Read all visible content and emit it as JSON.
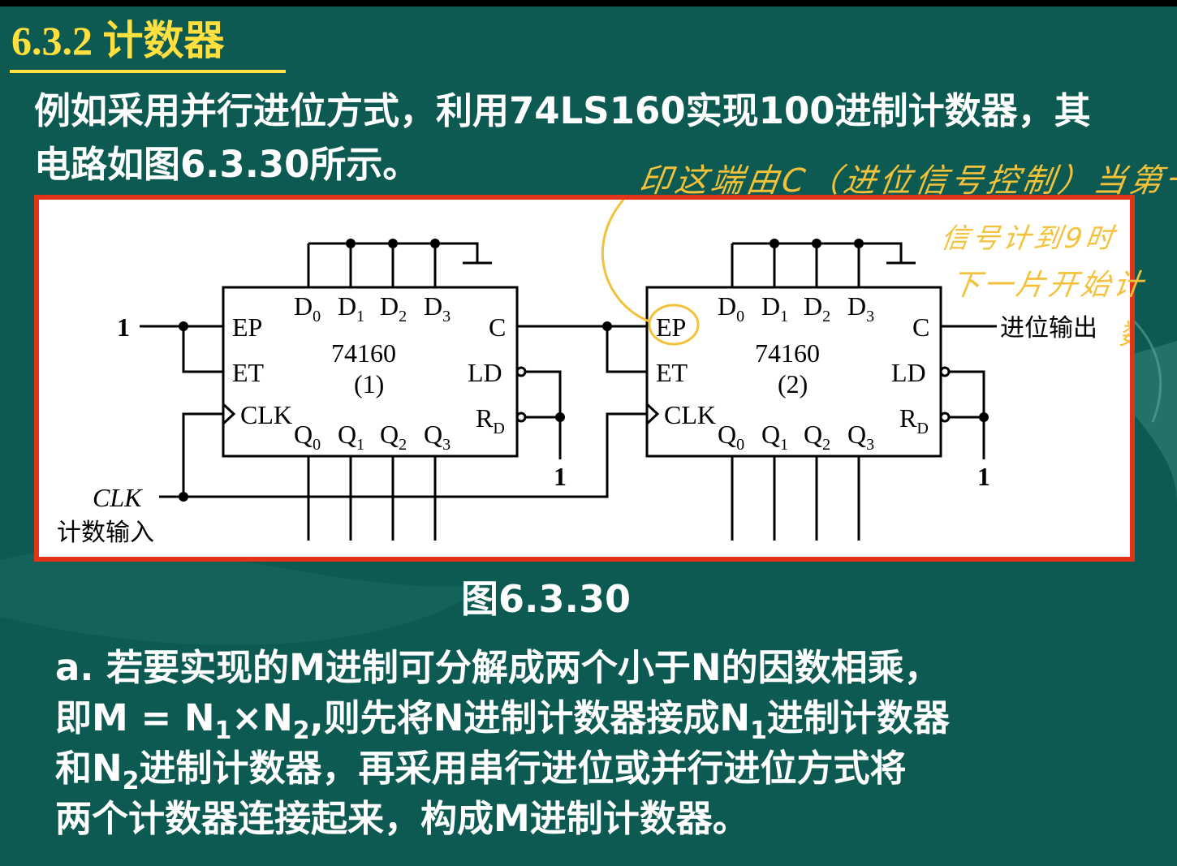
{
  "title": "6.3.2 计数器",
  "intro_text": "例如采用并行进位方式，利用74LS160实现100进制计数器，其电路如图6.3.30所示。",
  "figure": {
    "caption": "图6.3.30",
    "input_one": "1",
    "clk_label": "CLK",
    "clk_desc": "计数输入",
    "carry_out_label": "进位输出",
    "tie_one": "1",
    "chips": [
      {
        "part": "74160",
        "index": "(1)"
      },
      {
        "part": "74160",
        "index": "(2)"
      }
    ],
    "pins": {
      "ep": "EP",
      "et": "ET",
      "clk": "CLK",
      "c": "C",
      "ld": "LD",
      "rd": "R",
      "rd_sub": "D",
      "d_letter": "D",
      "q_letter": "Q",
      "sub0": "0",
      "sub1": "1",
      "sub2": "2",
      "sub3": "3"
    }
  },
  "annotations": {
    "line1": "印这端由C（进位信号控制）当第一片",
    "line2": "信号计到9时",
    "line3": "下一片开始计",
    "end_char": "数"
  },
  "body": {
    "p1": "a. 若要实现的M进制可分解成两个小于N的因数相乘，",
    "p2_a": "即M = N",
    "p2_sub1": "1",
    "p2_b": "×N",
    "p2_sub2": "2",
    "p2_c": ",则先将N进制计数器接成N",
    "p2_sub3": "1",
    "p2_d": "进制计数器",
    "p3_a": "和N",
    "p3_sub": "2",
    "p3_b": "进制计数器，再采用串行进位或并行进位方式将",
    "p4": "两个计数器连接起来，构成M进制计数器。"
  }
}
